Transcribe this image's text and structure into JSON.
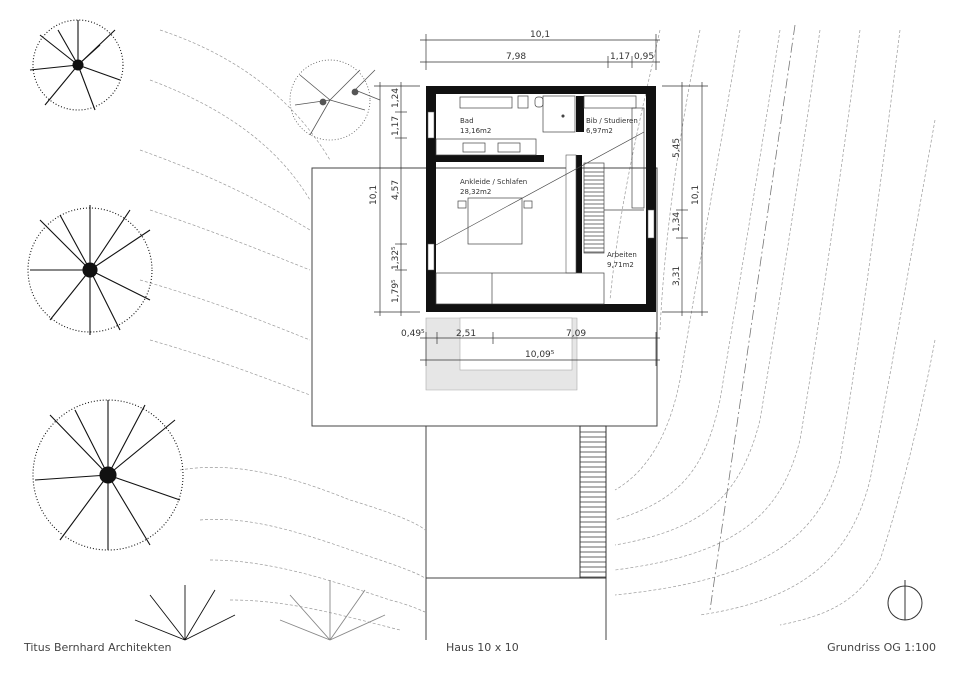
{
  "footer": {
    "firm": "Titus Bernhard Architekten",
    "project": "Haus 10 x 10",
    "drawing": "Grundriss OG 1:100"
  },
  "rooms": {
    "bad": {
      "name": "Bad",
      "area": "13,16m2"
    },
    "bib": {
      "name": "Bib / Studieren",
      "area": "6,97m2"
    },
    "ankleide": {
      "name": "Ankleide / Schlafen",
      "area": "28,32m2"
    },
    "arbeiten": {
      "name": "Arbeiten",
      "area": "9,71m2"
    }
  },
  "dimensions": {
    "top_total": "10,1",
    "top_a": "7,98",
    "top_b": "1,17",
    "top_c": "0,95",
    "left_total": "10,1",
    "left_1": "1,24",
    "left_2": "1,17",
    "left_3": "4,57",
    "left_4": "1,32⁵",
    "left_5": "1,79⁵",
    "right_total": "10,1",
    "right_1": "5,45",
    "right_2": "1,34",
    "right_3": "3,31",
    "bottom_a": "0,49⁵",
    "bottom_b": "2,51",
    "bottom_c": "7,09",
    "bottom_total": "10,09⁵"
  },
  "icons": [
    "tree-icon",
    "north-arrow-icon"
  ],
  "colors": {
    "ink": "#111111",
    "line": "#555555",
    "hatch": "#e6e6e6"
  }
}
